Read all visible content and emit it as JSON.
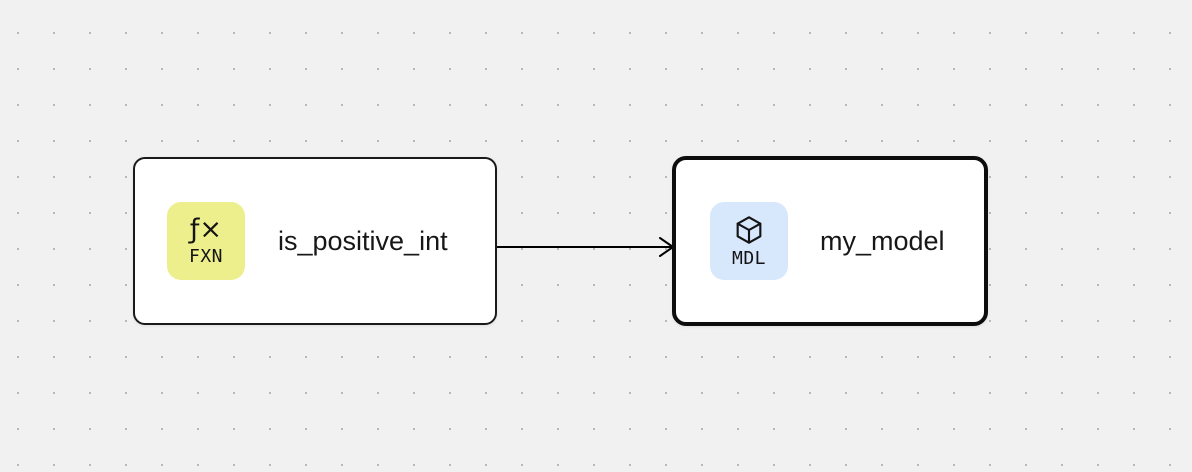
{
  "canvas": {
    "background_color": "#f1f1f1",
    "dot_color": "#b9b9b9"
  },
  "nodes": [
    {
      "title": "is_positive_int",
      "type": "function",
      "selected": false,
      "badge": {
        "icon": "ƒ×",
        "icon_name": "fx-icon",
        "label": "FXN",
        "background_color": "#ecef8b"
      }
    },
    {
      "title": "my_model",
      "type": "model",
      "selected": true,
      "badge": {
        "icon_name": "cube-icon",
        "label": "MDL",
        "background_color": "#d8e8fc"
      }
    }
  ],
  "edge": {
    "from": "is_positive_int",
    "to": "my_model",
    "color": "#000000",
    "arrowhead": "open"
  }
}
